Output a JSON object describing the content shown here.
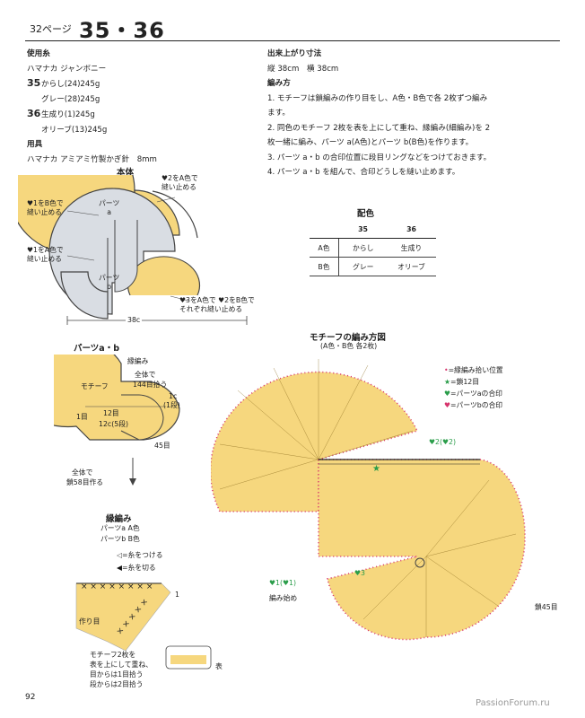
{
  "header": {
    "page_ref": "32ページ",
    "pattern_numbers": "35・36"
  },
  "materials": {
    "yarn_heading": "使用糸",
    "yarn_name": "ハマナカ ジャンボニー",
    "lines": [
      {
        "num": "35",
        "text": "からし(24)245g"
      },
      {
        "num": "",
        "text": "グレー(28)245g"
      },
      {
        "num": "36",
        "text": "生成り(1)245g"
      },
      {
        "num": "",
        "text": "オリーブ(13)245g"
      }
    ],
    "tools_heading": "用具",
    "tools": "ハマナカ アミアミ竹製かぎ針　8mm"
  },
  "finished": {
    "heading": "出来上がり寸法",
    "size": "縦 38cm　横 38cm"
  },
  "method": {
    "heading": "編み方",
    "lines": [
      "1. モチーフは鎖編みの作り目をし、A色・B色で各 2枚ずつ編み",
      "ます。",
      "2. 同色のモチーフ 2枚を表を上にして重ね、縁編み(細編み)を 2",
      "枚一緒に編み、パーツ a(A色)とパーツ b(B色)を作ります。",
      "3. パーツ a・b の合印位置に段目リングなどをつけておきます。",
      "4. パーツ a・b を組んで、合印どうしを縫い止めます。"
    ]
  },
  "body_diagram": {
    "title": "本体",
    "part_a": "パーツ",
    "part_a2": "a",
    "part_b": "パーツ",
    "part_b2": "b",
    "note_tr": [
      "♥2をA色で",
      "縫い止める"
    ],
    "note_l1": [
      "♥1をB色で",
      "縫い止める"
    ],
    "note_l2": [
      "♥1をA色で",
      "縫い止める"
    ],
    "note_br": [
      "♥3をA色で ♥2をB色で",
      "それぞれ縫い止める"
    ],
    "width": "38c"
  },
  "color_table": {
    "title": "配色",
    "cols": [
      "35",
      "36"
    ],
    "rows": [
      {
        "label": "A色",
        "c35": "からし",
        "c36": "生成り"
      },
      {
        "label": "B色",
        "c35": "グレー",
        "c36": "オリーブ"
      }
    ]
  },
  "parts_ab": {
    "title": "パーツa・b",
    "edge": "縁編み",
    "total": "全体で",
    "pick": "144目拾う",
    "motif": "モチーフ",
    "c1": "1c",
    "row1": "(1段)",
    "stitches12": "12目",
    "one": "1目",
    "c12": "12c(5段)",
    "st45": "45目",
    "chain_total": "全体で",
    "chain58": "鎖58目作る"
  },
  "edging": {
    "title": "縁編み",
    "pa": "パーツa A色",
    "pb": "パーツb B色",
    "attach": "=糸をつける",
    "cut": "=糸を切る",
    "start": "作り目",
    "one": "1",
    "front": "表",
    "note": [
      "モチーフ2枚を",
      "表を上にして重ね、",
      "目からは1目拾う",
      "段からは2目拾う"
    ]
  },
  "motif_chart": {
    "title": "モチーフの編み方図",
    "subtitle": "(A色・B色 各2枚)",
    "legend": [
      {
        "sym": "•",
        "text": "=縁編み拾い位置",
        "color": "#d6336c"
      },
      {
        "sym": "★",
        "text": "=鎖12目",
        "color": "#2a9d4a"
      },
      {
        "sym": "♥",
        "text": "=パーツaの合印",
        "color": "#2a9d4a"
      },
      {
        "sym": "♥",
        "text": "=パーツbの合印",
        "color": "#d6336c"
      }
    ],
    "m2": "♥2(♥2)",
    "m3": "♥3",
    "m1": "♥1(♥1)",
    "start": "編み始め",
    "chain45": "鎖45目"
  },
  "footer": {
    "page_number": "92",
    "watermark": "PassionForum.ru"
  },
  "colors": {
    "yellow": "#f6d77e",
    "grey": "#d9dde3",
    "pink": "#d6336c",
    "green": "#2a9d4a"
  }
}
